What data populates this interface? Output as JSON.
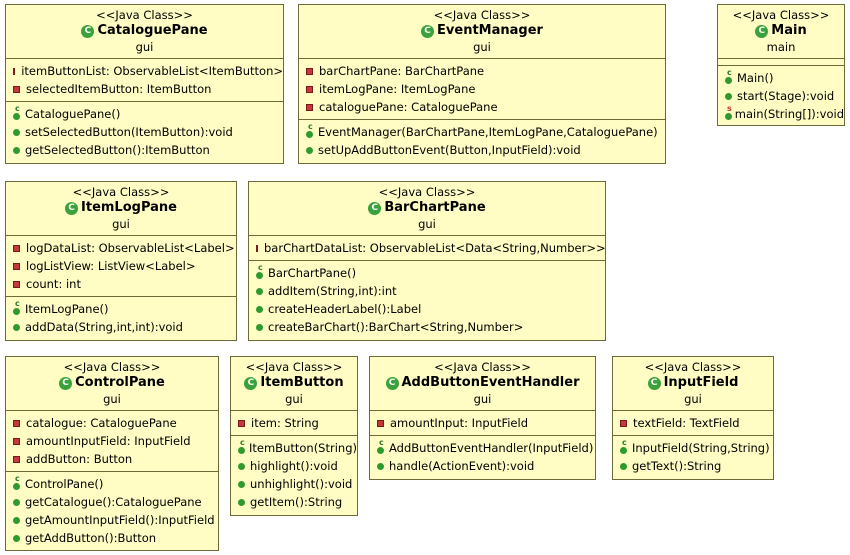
{
  "classes": [
    {
      "key": "catalogue",
      "stereotype": "<<Java Class>>",
      "name": "CataloguePane",
      "package": "gui",
      "fields": [
        {
          "kind": "field",
          "text": "itemButtonList: ObservableList<ItemButton>"
        },
        {
          "kind": "field",
          "text": "selectedItemButton: ItemButton"
        }
      ],
      "methods": [
        {
          "kind": "ctor",
          "text": "CataloguePane()"
        },
        {
          "kind": "method",
          "text": "setSelectedButton(ItemButton):void"
        },
        {
          "kind": "method",
          "text": "getSelectedButton():ItemButton"
        }
      ]
    },
    {
      "key": "event",
      "stereotype": "<<Java Class>>",
      "name": "EventManager",
      "package": "gui",
      "fields": [
        {
          "kind": "field",
          "text": "barChartPane: BarChartPane"
        },
        {
          "kind": "field",
          "text": "itemLogPane: ItemLogPane"
        },
        {
          "kind": "field",
          "text": "cataloguePane: CataloguePane"
        }
      ],
      "methods": [
        {
          "kind": "ctor",
          "text": "EventManager(BarChartPane,ItemLogPane,CataloguePane)"
        },
        {
          "kind": "method",
          "text": "setUpAddButtonEvent(Button,InputField):void"
        }
      ]
    },
    {
      "key": "main",
      "stereotype": "<<Java Class>>",
      "name": "Main",
      "package": "main",
      "fields": [],
      "methods": [
        {
          "kind": "ctor",
          "text": "Main()"
        },
        {
          "kind": "method",
          "text": "start(Stage):void"
        },
        {
          "kind": "static",
          "text": "main(String[]):void"
        }
      ]
    },
    {
      "key": "itemlog",
      "stereotype": "<<Java Class>>",
      "name": "ItemLogPane",
      "package": "gui",
      "fields": [
        {
          "kind": "field",
          "text": "logDataList: ObservableList<Label>"
        },
        {
          "kind": "field",
          "text": "logListView: ListView<Label>"
        },
        {
          "kind": "field",
          "text": "count: int"
        }
      ],
      "methods": [
        {
          "kind": "ctor",
          "text": "ItemLogPane()"
        },
        {
          "kind": "method",
          "text": "addData(String,int,int):void"
        }
      ]
    },
    {
      "key": "barchart",
      "stereotype": "<<Java Class>>",
      "name": "BarChartPane",
      "package": "gui",
      "fields": [
        {
          "kind": "field",
          "text": "barChartDataList: ObservableList<Data<String,Number>>"
        }
      ],
      "methods": [
        {
          "kind": "ctor",
          "text": "BarChartPane()"
        },
        {
          "kind": "method",
          "text": "addItem(String,int):int"
        },
        {
          "kind": "method",
          "text": "createHeaderLabel():Label"
        },
        {
          "kind": "method",
          "text": "createBarChart():BarChart<String,Number>"
        }
      ]
    },
    {
      "key": "control",
      "stereotype": "<<Java Class>>",
      "name": "ControlPane",
      "package": "gui",
      "fields": [
        {
          "kind": "field",
          "text": "catalogue: CataloguePane"
        },
        {
          "kind": "field",
          "text": "amountInputField: InputField"
        },
        {
          "kind": "field",
          "text": "addButton: Button"
        }
      ],
      "methods": [
        {
          "kind": "ctor",
          "text": "ControlPane()"
        },
        {
          "kind": "method",
          "text": "getCatalogue():CataloguePane"
        },
        {
          "kind": "method",
          "text": "getAmountInputField():InputField"
        },
        {
          "kind": "method",
          "text": "getAddButton():Button"
        }
      ]
    },
    {
      "key": "itembutton",
      "stereotype": "<<Java Class>>",
      "name": "ItemButton",
      "package": "gui",
      "fields": [
        {
          "kind": "field",
          "text": "item: String"
        }
      ],
      "methods": [
        {
          "kind": "ctor",
          "text": "ItemButton(String)"
        },
        {
          "kind": "method",
          "text": "highlight():void"
        },
        {
          "kind": "method",
          "text": "unhighlight():void"
        },
        {
          "kind": "method",
          "text": "getItem():String"
        }
      ]
    },
    {
      "key": "addhandler",
      "stereotype": "<<Java Class>>",
      "name": "AddButtonEventHandler",
      "package": "gui",
      "fields": [
        {
          "kind": "field",
          "text": "amountInput: InputField"
        }
      ],
      "methods": [
        {
          "kind": "ctor",
          "text": "AddButtonEventHandler(InputField)"
        },
        {
          "kind": "method",
          "text": "handle(ActionEvent):void"
        }
      ]
    },
    {
      "key": "inputfield",
      "stereotype": "<<Java Class>>",
      "name": "InputField",
      "package": "gui",
      "fields": [
        {
          "kind": "field",
          "text": "textField: TextField"
        }
      ],
      "methods": [
        {
          "kind": "ctor",
          "text": "InputField(String,String)"
        },
        {
          "kind": "method",
          "text": "getText():String"
        }
      ]
    }
  ]
}
